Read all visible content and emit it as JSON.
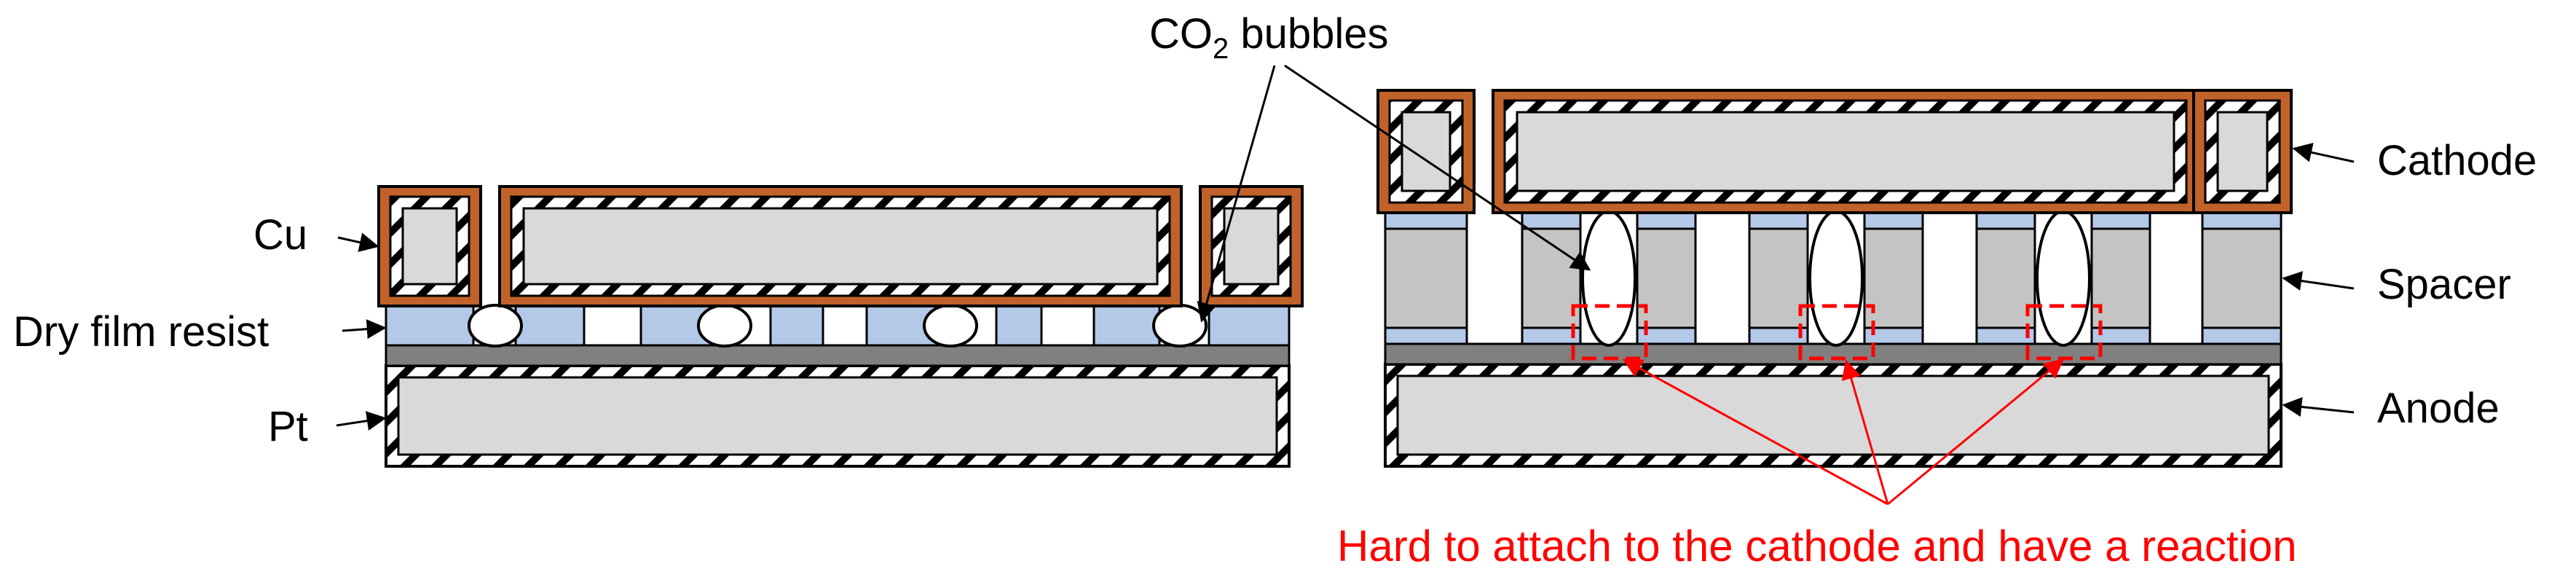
{
  "left_labels": {
    "cu": "Cu",
    "dry_film_resist": "Dry film resist",
    "pt": "Pt"
  },
  "right_labels": {
    "cathode": "Cathode",
    "spacer": "Spacer",
    "anode": "Anode"
  },
  "co2_label": {
    "prefix": "CO",
    "subscript": "2",
    "suffix": " bubbles"
  },
  "red_note": "Hard to attach to the cathode and have a reaction",
  "colors": {
    "copper": "#c0622a",
    "resist": "#b4c8e8",
    "spacer": "#c4c4c4",
    "panel": "#d9d9d9",
    "separator": "#808080",
    "highlight": "#ff0000"
  }
}
